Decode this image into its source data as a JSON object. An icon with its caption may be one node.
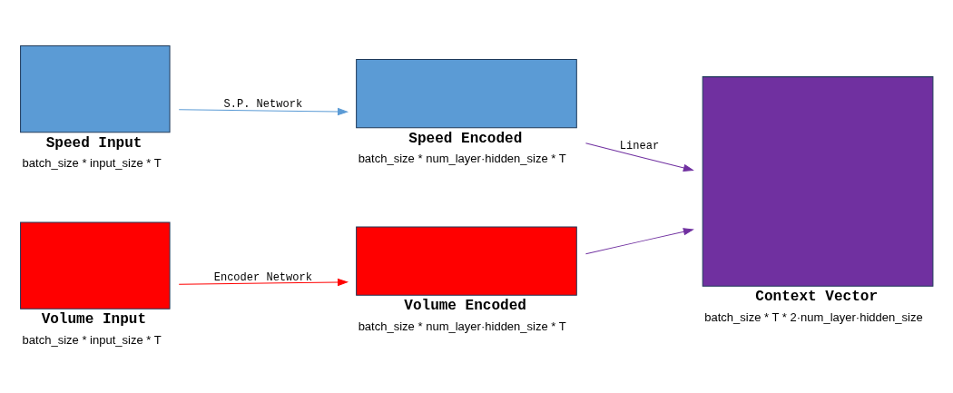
{
  "diagram": {
    "nodes": [
      {
        "text": [
          "Speed Input"
        ],
        "beside": [
          "batch_size * input_size * T"
        ]
      },
      {
        "text": [
          "Speed Encoded"
        ],
        "beside": [
          "batch_size * num_layer·hidden_size * T"
        ]
      },
      {
        "text": [
          "Volume Input"
        ],
        "beside": [
          "batch_size * input_size * T"
        ]
      },
      {
        "text": [
          "Volume Encoded"
        ],
        "beside": [
          "batch_size * num_layer·hidden_size * T"
        ]
      },
      {
        "text": [
          "Context Vector"
        ],
        "beside": [
          "batch_size * T * 2·num_layer·hidden_size"
        ]
      }
    ],
    "edges": [
      {
        "from": 0,
        "to": 1,
        "arrow": "to",
        "label": "S.P. Network",
        "color": "#5b9bd5"
      },
      {
        "from": 2,
        "to": 3,
        "arrow": "to",
        "label": "Encoder Network",
        "color": "#ff0000"
      },
      {
        "from": 1,
        "to": 4,
        "arrow": "to",
        "label": "Linear",
        "color": "#7030a0"
      },
      {
        "from": 3,
        "to": 4,
        "arrow": "to",
        "color": "#7030a0"
      }
    ]
  }
}
